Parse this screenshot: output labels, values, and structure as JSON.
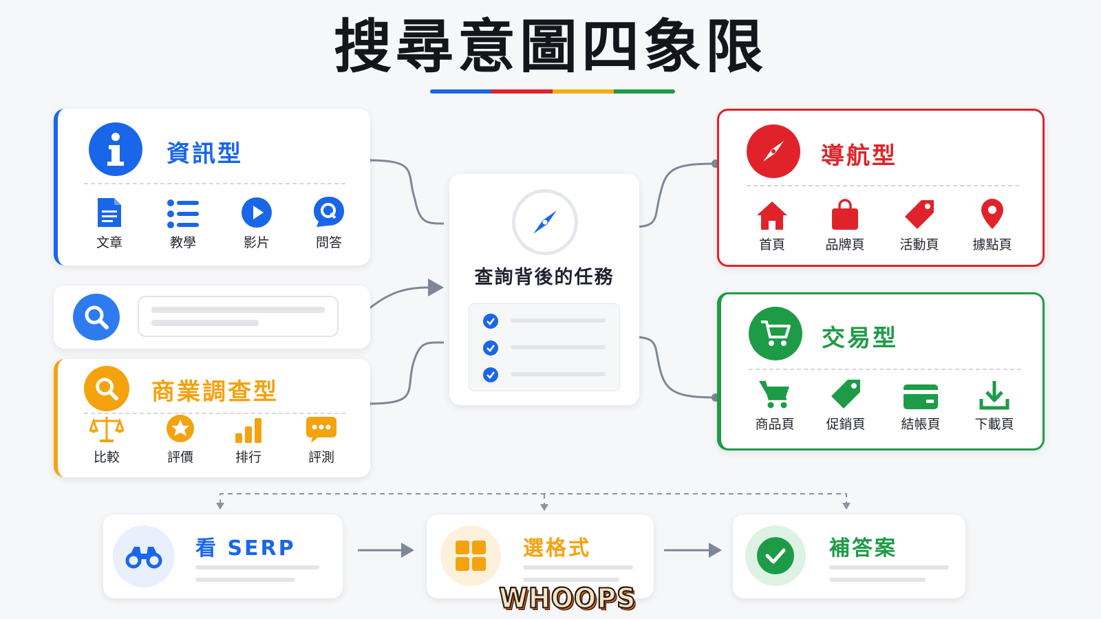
{
  "title": "搜尋意圖四象限",
  "title_bar_colors": [
    "#1a66e8",
    "#e0232b",
    "#f5ac14",
    "#1e9b47"
  ],
  "informational": {
    "title": "資訊型",
    "color": "#1a66e8",
    "badge_icon": "info-icon",
    "items": [
      {
        "label": "文章",
        "icon": "document-icon"
      },
      {
        "label": "教學",
        "icon": "list-icon"
      },
      {
        "label": "影片",
        "icon": "play-icon"
      },
      {
        "label": "問答",
        "icon": "qa-bubble-icon"
      }
    ]
  },
  "search_box": {
    "icon": "search-icon",
    "color": "#2d7bef"
  },
  "commercial": {
    "title": "商業調查型",
    "color": "#f5a20f",
    "badge_icon": "search-icon",
    "items": [
      {
        "label": "比較",
        "icon": "scale-icon"
      },
      {
        "label": "評價",
        "icon": "star-icon"
      },
      {
        "label": "排行",
        "icon": "bar-chart-icon"
      },
      {
        "label": "評測",
        "icon": "chat-icon"
      }
    ]
  },
  "center": {
    "title": "查詢背後的任務",
    "icon": "compass-icon",
    "checklist_icon": "check-icon"
  },
  "navigational": {
    "title": "導航型",
    "color": "#e0232b",
    "badge_icon": "compass-icon",
    "items": [
      {
        "label": "首頁",
        "icon": "home-icon"
      },
      {
        "label": "品牌頁",
        "icon": "shopping-bag-icon"
      },
      {
        "label": "活動頁",
        "icon": "tag-icon"
      },
      {
        "label": "據點頁",
        "icon": "map-pin-icon"
      }
    ]
  },
  "transactional": {
    "title": "交易型",
    "color": "#1e9b47",
    "badge_icon": "cart-icon",
    "items": [
      {
        "label": "商品頁",
        "icon": "cart-icon"
      },
      {
        "label": "促銷頁",
        "icon": "tag-icon"
      },
      {
        "label": "結帳頁",
        "icon": "credit-card-icon"
      },
      {
        "label": "下載頁",
        "icon": "download-icon"
      }
    ]
  },
  "steps": [
    {
      "title": "看 SERP",
      "icon": "binoculars-icon",
      "color": "#1a66e8"
    },
    {
      "title": "選格式",
      "icon": "grid-icon",
      "color": "#f5a20f"
    },
    {
      "title": "補答案",
      "icon": "check-circle-icon",
      "color": "#1e9b47"
    }
  ],
  "watermark": "WHOOPS"
}
